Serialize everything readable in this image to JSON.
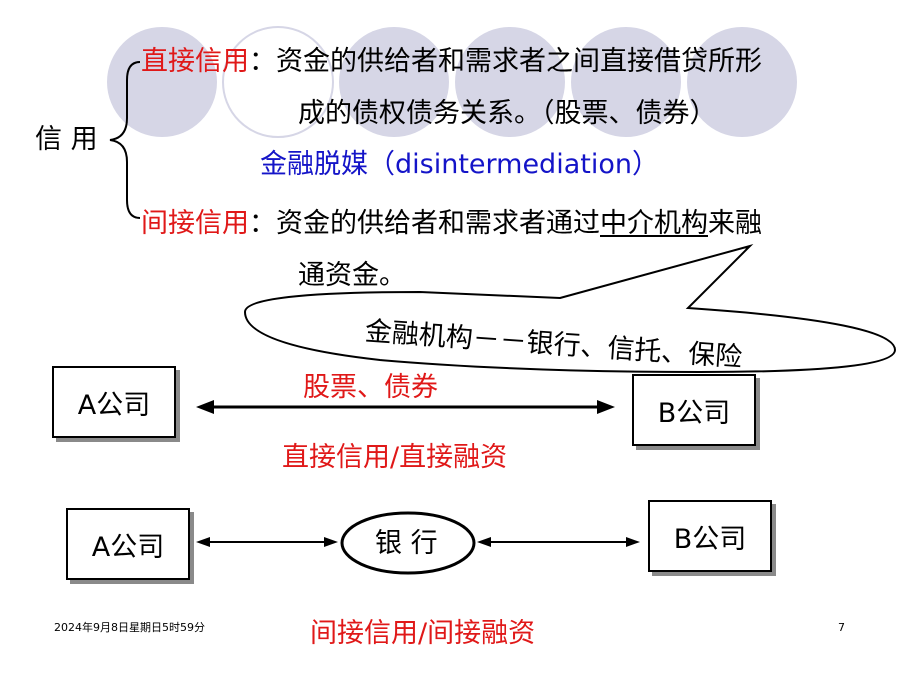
{
  "credit": {
    "label": "信 用",
    "direct": {
      "term": "直接信用",
      "colon": "：",
      "line1": "资金的供给者和需求者之间直接借贷所形",
      "line2": "成的债权债务关系。（股票、债券）"
    },
    "disintermediation": "金融脱媒（disintermediation）",
    "indirect": {
      "term": "间接信用",
      "colon": "：",
      "line1_pre": "资金的供给者和需求者通过",
      "line1_underlined": "中介机构",
      "line1_post": "来融",
      "line2": "通资金。"
    },
    "callout": "金融机构－－银行、信托、保险"
  },
  "direct_diagram": {
    "company_a": "A公司",
    "company_b": "B公司",
    "instrument": "股票、债券",
    "caption": "直接信用/直接融资"
  },
  "indirect_diagram": {
    "company_a": "A公司",
    "bank": "银 行",
    "company_b": "B公司",
    "caption": "间接信用/间接融资"
  },
  "footer": {
    "date": "2024年9月8日星期日5时59分",
    "page_number": "7"
  },
  "colors": {
    "red": "#e01818",
    "blue": "#1414c8",
    "circle_fill": "#d6d6e6"
  }
}
